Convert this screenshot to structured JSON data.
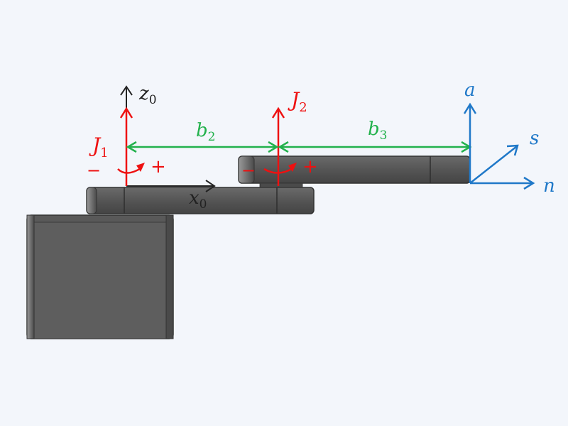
{
  "colors": {
    "background": "#f3f6fb",
    "body": "#5a5a5a",
    "body_dark": "#3a3a3a",
    "joint": "#ee1111",
    "dimension": "#22b14c",
    "tool_frame": "#1f78c8",
    "base_frame": "#222222"
  },
  "base_frame": {
    "z_label": "z",
    "z_sub": "0",
    "x_label": "x",
    "x_sub": "0"
  },
  "joints": [
    {
      "label": "J",
      "sub": "1",
      "minus": "−",
      "plus": "+"
    },
    {
      "label": "J",
      "sub": "2",
      "minus": "−",
      "plus": "+"
    }
  ],
  "dimensions": [
    {
      "label": "b",
      "sub": "2"
    },
    {
      "label": "b",
      "sub": "3"
    }
  ],
  "tool_frame": {
    "a": "a",
    "s": "s",
    "n": "n"
  }
}
